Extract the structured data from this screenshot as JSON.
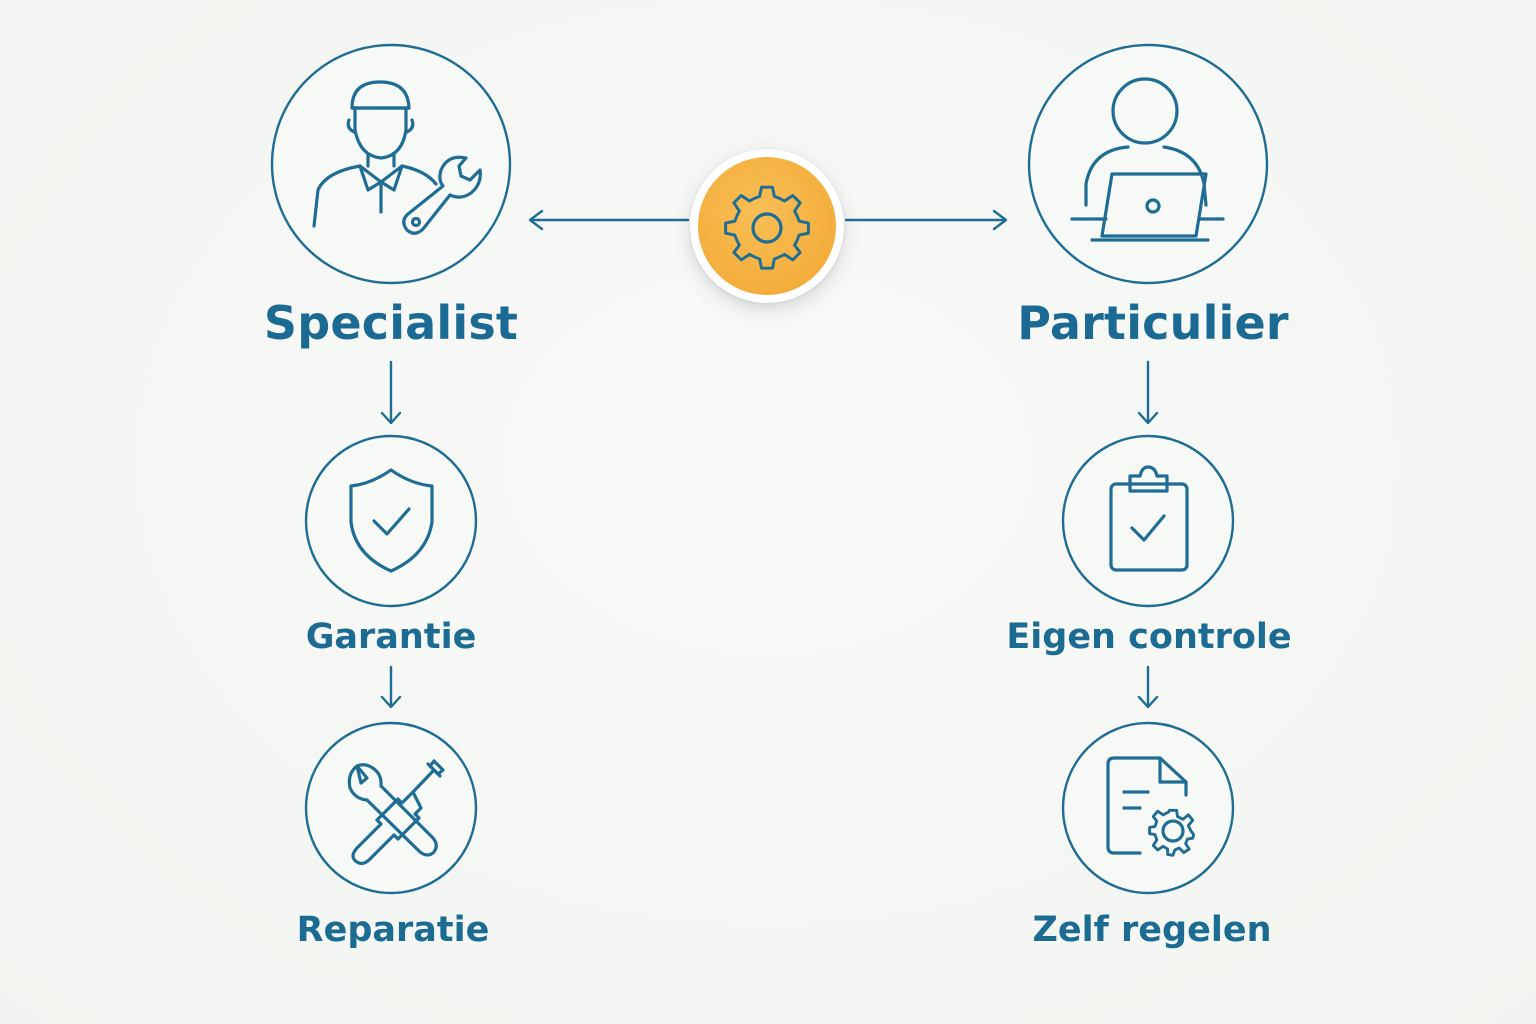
{
  "hub": {
    "icon": "gear-icon",
    "color": "#f4ae3c"
  },
  "left": {
    "title": "Specialist",
    "icon": "mechanic-with-wrench-icon",
    "steps": [
      {
        "label": "Garantie",
        "icon": "shield-check-icon"
      },
      {
        "label": "Reparatie",
        "icon": "wrench-screwdriver-icon"
      }
    ]
  },
  "right": {
    "title": "Particulier",
    "icon": "person-laptop-icon",
    "steps": [
      {
        "label": "Eigen controle",
        "icon": "clipboard-check-icon"
      },
      {
        "label": "Zelf regelen",
        "icon": "document-gear-icon"
      }
    ]
  },
  "colors": {
    "primary": "#1a6a93",
    "stroke": "#1f6d94",
    "background": "#f5f7f4",
    "accent": "#f4ae3c"
  }
}
